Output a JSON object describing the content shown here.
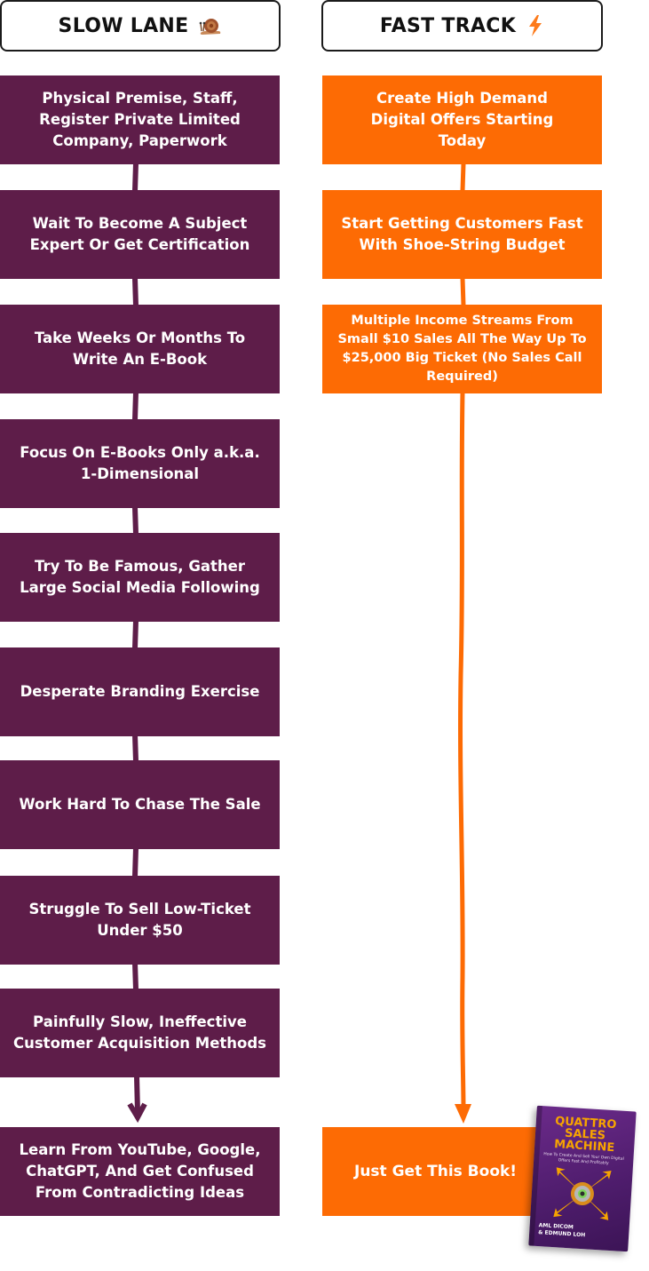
{
  "headers": {
    "slow": {
      "label": "SLOW LANE",
      "icon": "snail-icon"
    },
    "fast": {
      "label": "FAST TRACK",
      "icon": "lightning-icon"
    }
  },
  "slow_lane": [
    "Physical Premise, Staff, Register Private Limited Company, Paperwork",
    "Wait To Become A Subject Expert Or Get Certification",
    "Take Weeks Or Months To Write An E-Book",
    "Focus On E-Books Only a.k.a. 1-Dimensional",
    "Try To Be Famous, Gather Large Social Media Following",
    "Desperate Branding Exercise",
    "Work Hard To Chase The Sale",
    "Struggle To Sell Low-Ticket Under $50",
    "Painfully Slow, Ineffective Customer Acquisition Methods",
    "Learn From YouTube, Google, ChatGPT, And Get Confused From Contradicting Ideas"
  ],
  "fast_track": [
    "Create High Demand Digital Offers Starting Today",
    "Start Getting Customers Fast With Shoe-String Budget",
    "Multiple Income Streams From Small $10 Sales All The Way Up To $25,000 Big Ticket (No Sales Call Required)",
    "Just Get This Book!"
  ],
  "book": {
    "title_line1": "QUATTRO",
    "title_line2": "SALES",
    "title_line3": "MACHINE",
    "subtitle": "How To Create And Sell Your Own Digital Offers Fast And Profitably",
    "author1": "AML DICOM",
    "author2": "& EDMUND LOH"
  },
  "colors": {
    "slow": "#5e1d49",
    "fast": "#fd6b04",
    "header_border": "#1a1a1a"
  }
}
